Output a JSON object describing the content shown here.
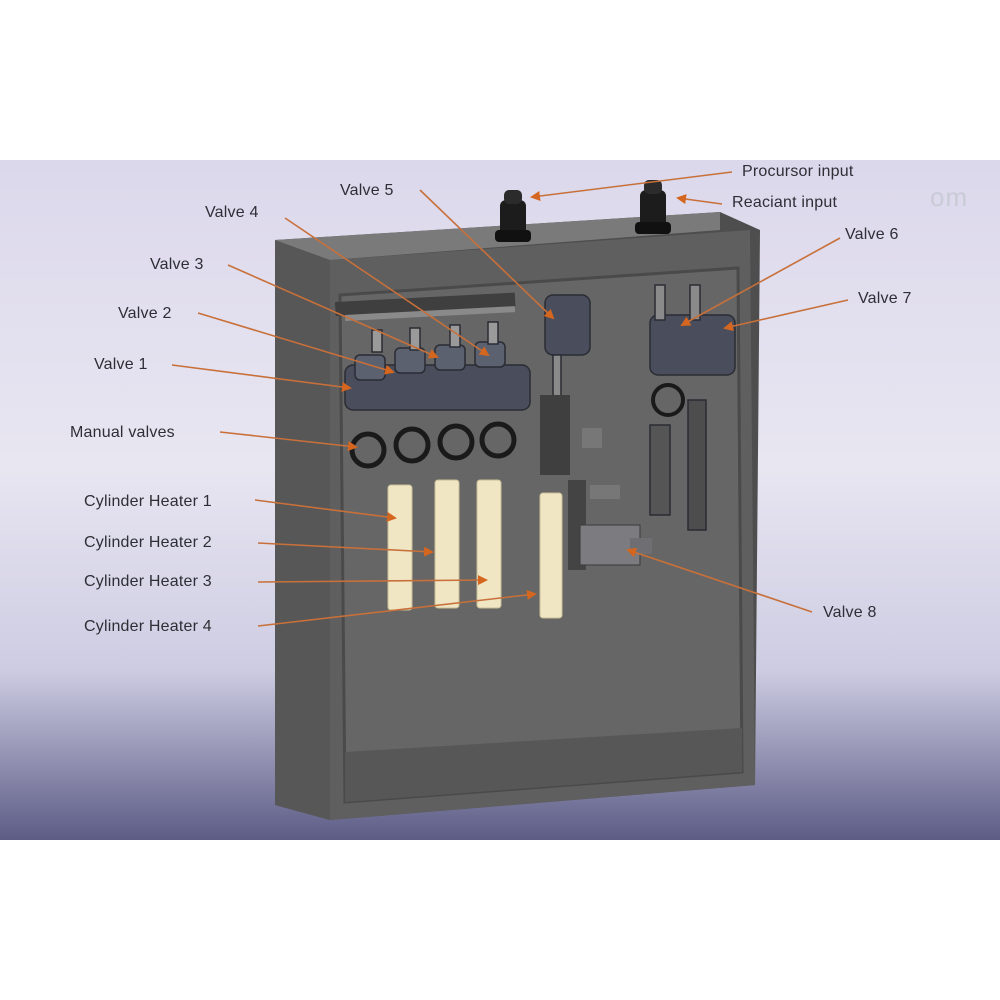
{
  "labels": {
    "precursor_input": "Procursor input",
    "reactant_input": "Reaciant input",
    "valve_5": "Valve 5",
    "valve_4": "Valve 4",
    "valve_3": "Valve 3",
    "valve_2": "Valve 2",
    "valve_1": "Valve 1",
    "valve_6": "Valve 6",
    "valve_7": "Valve 7",
    "valve_8": "Valve 8",
    "manual_valves": "Manual valves",
    "cylinder_heater_1": "Cylinder Heater 1",
    "cylinder_heater_2": "Cylinder Heater 2",
    "cylinder_heater_3": "Cylinder Heater 3",
    "cylinder_heater_4": "Cylinder Heater 4"
  },
  "watermark": "om",
  "colors": {
    "leader": "#c8703a",
    "arrow": "#d4661f",
    "cabinet": "#5e5e5e",
    "cabinet_inner": "#686868",
    "heater": "#f1e6c4",
    "valve": "#4a4e5c"
  }
}
